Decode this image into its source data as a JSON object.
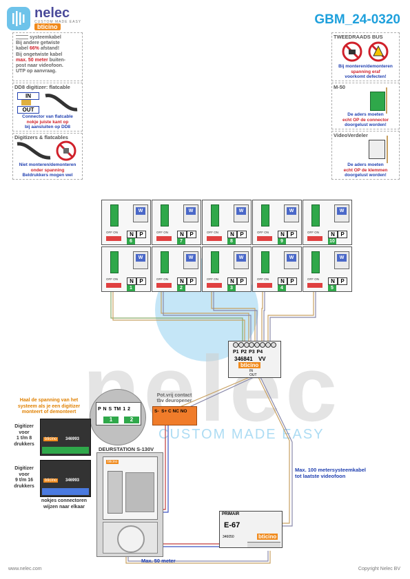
{
  "header": {
    "brand": "nelec",
    "brand_tagline": "CUSTOM MADE EASY",
    "partner": "bticino",
    "doc_code": "GBM_24-0320"
  },
  "notes": {
    "systemcable": {
      "legend": "systeemkabel",
      "line1": "Bij andere getwiste",
      "line2a": "kabel ",
      "line2b": "66%",
      "line2c": " afstand!",
      "line3": "Bij ongetwiste kabel",
      "line4a": "max. 50 meter",
      "line4b": " buiten-",
      "line5": "post naar videofoon.",
      "line6": "UTP op aanvraag."
    },
    "dd8": {
      "title": "DD8 digitizer: flatcable",
      "in_label": "IN",
      "out_label": "OUT",
      "line1": "Connector van flatcable",
      "line2": "nokje juiste kant op",
      "line3": "bij aansluiten op DD8"
    },
    "flatcables": {
      "title": "Digitizers & flatcables",
      "line1": "Niet monteren/demonteren",
      "line2": "onder spanning",
      "line3": "Beldrukkers mogen wel"
    },
    "twowire": {
      "title": "TWEEDRAADS BUS",
      "line1": "Bij monteren/demonteren",
      "line2": "spanning eraf",
      "line3": "voorkomt defecten!"
    },
    "m50": {
      "title": "M-50",
      "line1": "De aders moeten",
      "line2": "echt OP de connector",
      "line3": "doorgelust worden!"
    },
    "videoverdeler": {
      "title": "VideoVerdeler",
      "line1": "De aders moeten",
      "line2": "echt OP de klemmen",
      "line3": "doorgelust worden!"
    }
  },
  "units": {
    "off_on": "OFF ON",
    "n_label": "N",
    "p_label": "P",
    "top_row": [
      "6",
      "7",
      "8",
      "9",
      "10"
    ],
    "bottom_row": [
      "1",
      "2",
      "3",
      "4",
      "5"
    ]
  },
  "distributor": {
    "ports": [
      "P1",
      "P2",
      "P3",
      "P4"
    ],
    "model": "346841",
    "suffix": "VV",
    "in_label": "IN",
    "out_label": "OUT"
  },
  "relay": {
    "title1": "Pot.vrij contact",
    "title2": "tbv deuropener",
    "terminals": "S-  S+ C NC NO"
  },
  "doorstation": {
    "label": "DEURSTATION S-130V",
    "zoom_terminals": [
      "P",
      "N",
      "S",
      "TM",
      "1",
      "2"
    ],
    "zoom_num_left": "1",
    "zoom_num_right": "2"
  },
  "left_notes": {
    "power_line1": "Haal de spanning van het",
    "power_line2": "systeem als je een digitizer",
    "power_line3": "monteert of demonteert",
    "dig1_line1": "Digitizer",
    "dig1_line2": "voor",
    "dig1_line3": "1 t/m 8",
    "dig1_line4": "drukkers",
    "dig2_line1": "Digitizer",
    "dig2_line2": "voor",
    "dig2_line3": "9 t/m 16",
    "dig2_line4": "drukkers",
    "dig_model": "346993",
    "nokjes1": "nokjes connectoren",
    "nokjes2": "wijzen naar elkaar"
  },
  "psu": {
    "primair": "PRIMAIR",
    "model": "E-67",
    "code": "346050"
  },
  "cable_notes": {
    "max100_line1": "Max. 100 metersysteemkabel",
    "max100_line2": "tot laatste videofoon",
    "max50": "Max. 50 meter"
  },
  "watermark": {
    "word": "nelec",
    "tagline": "CUSTOM MADE EASY"
  },
  "footer": {
    "left": "www.nelec.com",
    "right": "Copyright Nelec BV"
  },
  "colors": {
    "accent_blue": "#1ea0dc",
    "warning_red": "#d0202a",
    "note_blue": "#1f3fb0",
    "bticino_orange": "#f08a1c",
    "terminal_green": "#2fa84a"
  }
}
